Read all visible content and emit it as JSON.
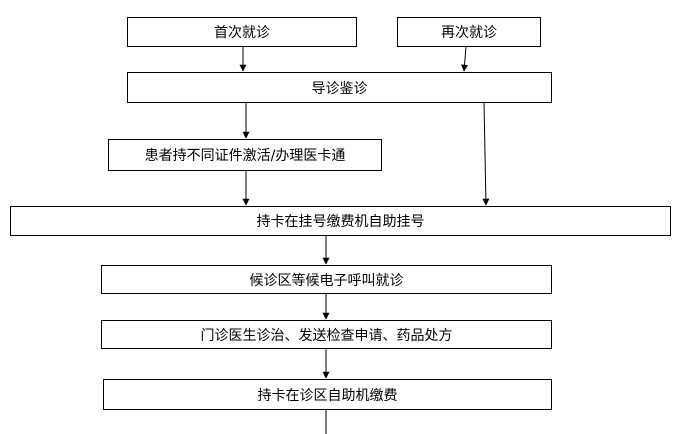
{
  "flowchart": {
    "nodes": {
      "first_visit": "首次就诊",
      "return_visit": "再次就诊",
      "triage": "导诊鉴诊",
      "card_handling": "患者持不同证件激活/办理医卡通",
      "self_registration": "持卡在挂号缴费机自助挂号",
      "waiting_area": "候诊区等候电子呼叫就诊",
      "doctor_consult": "门诊医生诊治、发送检查申请、药品处方",
      "self_payment": "持卡在诊区自助机缴费"
    },
    "edges": [
      {
        "from": "first_visit",
        "to": "triage"
      },
      {
        "from": "return_visit",
        "to": "triage"
      },
      {
        "from": "triage",
        "to": "card_handling"
      },
      {
        "from": "triage",
        "to": "self_registration"
      },
      {
        "from": "card_handling",
        "to": "self_registration"
      },
      {
        "from": "self_registration",
        "to": "waiting_area"
      },
      {
        "from": "waiting_area",
        "to": "doctor_consult"
      },
      {
        "from": "doctor_consult",
        "to": "self_payment"
      },
      {
        "from": "self_payment",
        "to": "continues"
      }
    ]
  }
}
